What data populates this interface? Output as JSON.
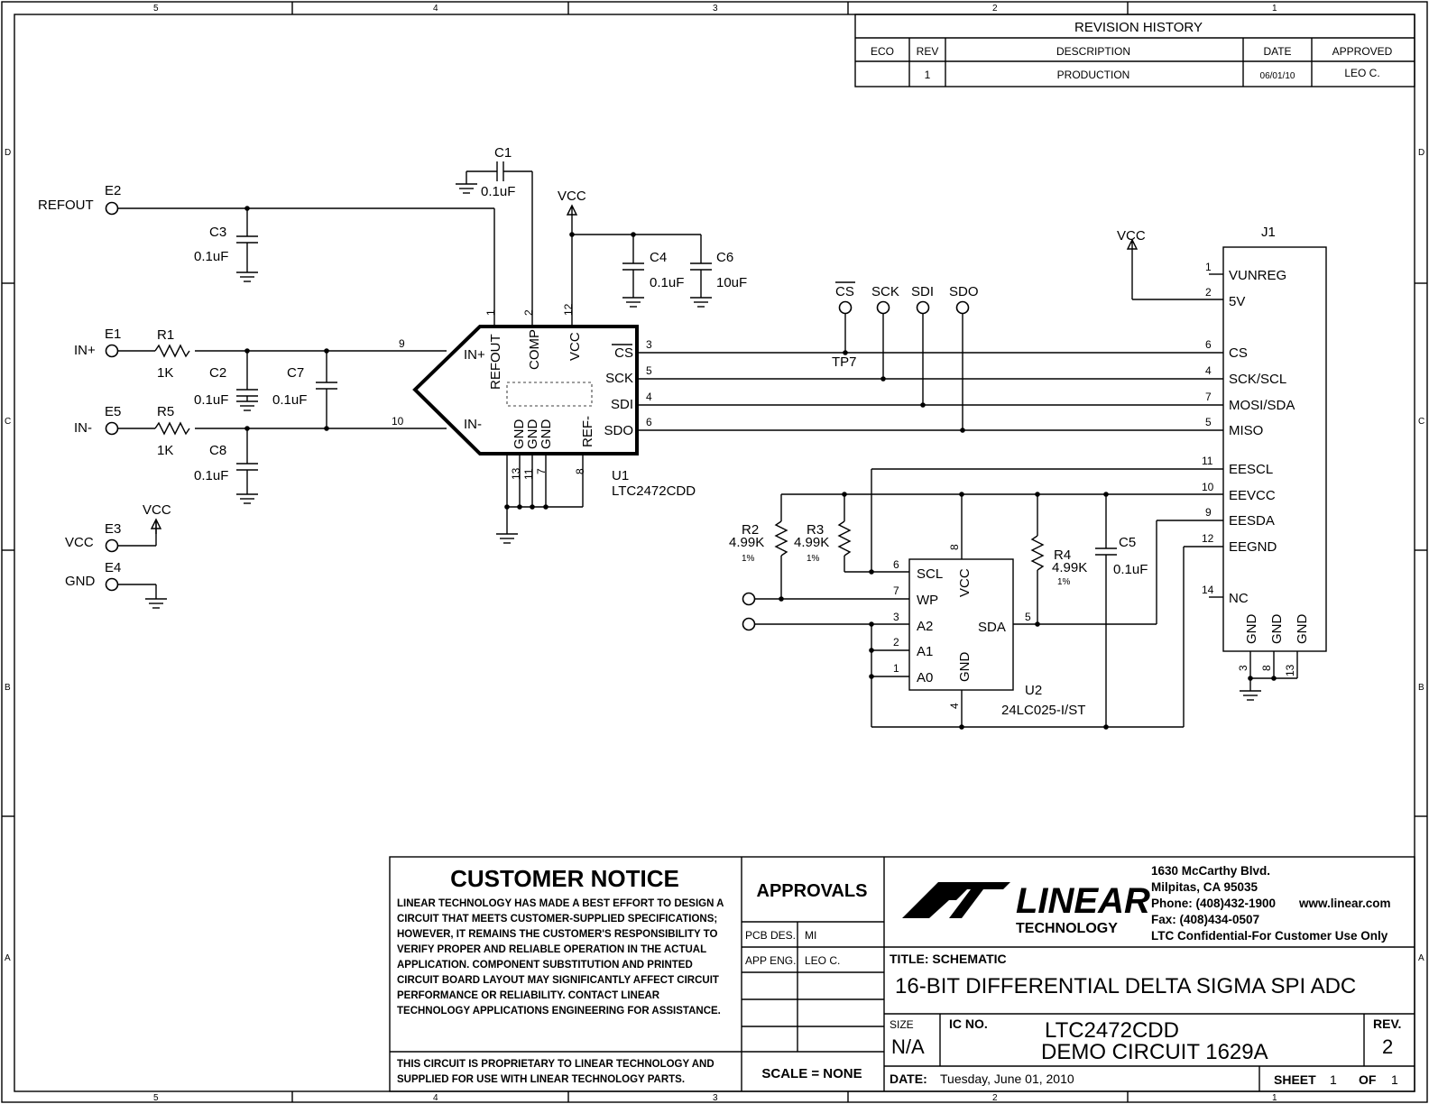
{
  "border": {
    "zones_top": [
      "5",
      "4",
      "3",
      "2",
      "1"
    ],
    "zones_side": [
      "D",
      "C",
      "B",
      "A"
    ]
  },
  "revision_history": {
    "title": "REVISION HISTORY",
    "headers": [
      "ECO",
      "REV",
      "DESCRIPTION",
      "DATE",
      "APPROVED"
    ],
    "rows": [
      [
        "",
        "1",
        "PRODUCTION",
        "06/01/10",
        "LEO C."
      ]
    ]
  },
  "u1": {
    "ref": "U1",
    "part": "LTC2472CDD",
    "pins": {
      "refout": "REFOUT",
      "comp": "COMP",
      "vcc": "VCC",
      "cs": "CS",
      "sck": "SCK",
      "sdi": "SDI",
      "sdo": "SDO",
      "inp": "IN+",
      "inn": "IN-",
      "gnd": "GND",
      "refn": "REF-"
    },
    "pin_numbers": {
      "refout": "1",
      "comp": "2",
      "vcc": "12",
      "cs": "3",
      "sck": "5",
      "sdi": "4",
      "sdo": "6",
      "inp": "9",
      "inn": "10",
      "g1": "13",
      "g2": "11",
      "g3": "7",
      "refn": "8"
    }
  },
  "terminals": {
    "e2": "E2",
    "e2_label": "REFOUT",
    "e1": "E1",
    "e1_label": "IN+",
    "e5": "E5",
    "e5_label": "IN-",
    "e3": "E3",
    "e3_label": "VCC",
    "e4": "E4",
    "e4_label": "GND"
  },
  "components": {
    "c1": {
      "ref": "C1",
      "value": "0.1uF"
    },
    "c3": {
      "ref": "C3",
      "value": "0.1uF"
    },
    "c4": {
      "ref": "C4",
      "value": "0.1uF"
    },
    "c6": {
      "ref": "C6",
      "value": "10uF"
    },
    "c2": {
      "ref": "C2",
      "value": "0.1uF"
    },
    "c7": {
      "ref": "C7",
      "value": "0.1uF"
    },
    "c8": {
      "ref": "C8",
      "value": "0.1uF"
    },
    "c5": {
      "ref": "C5",
      "value": "0.1uF"
    },
    "r1": {
      "ref": "R1",
      "value": "1K"
    },
    "r5": {
      "ref": "R5",
      "value": "1K"
    },
    "r2": {
      "ref": "R2",
      "value": "4.99K",
      "tol": "1%"
    },
    "r3": {
      "ref": "R3",
      "value": "4.99K",
      "tol": "1%"
    },
    "r4": {
      "ref": "R4",
      "value": "4.99K",
      "tol": "1%"
    }
  },
  "net_labels": {
    "vcc": "VCC",
    "cs": "CS",
    "sck": "SCK",
    "sdi": "SDI",
    "sdo": "SDO",
    "tp7": "TP7"
  },
  "j1": {
    "ref": "J1",
    "pins": [
      "VUNREG",
      "5V",
      "CS",
      "SCK/SCL",
      "MOSI/SDA",
      "MISO",
      "EESCL",
      "EEVCC",
      "EESDA",
      "EEGND",
      "NC"
    ],
    "pin_numbers": [
      "1",
      "2",
      "6",
      "4",
      "7",
      "5",
      "11",
      "10",
      "9",
      "12",
      "14"
    ],
    "gnd_label": "GND",
    "gnd_pins": [
      "3",
      "8",
      "13"
    ]
  },
  "u2": {
    "ref": "U2",
    "part": "24LC025-I/ST",
    "pins": {
      "scl": "SCL",
      "wp": "WP",
      "a2": "A2",
      "a1": "A1",
      "a0": "A0",
      "vcc": "VCC",
      "sda": "SDA",
      "gnd": "GND"
    },
    "pin_numbers": {
      "scl": "6",
      "wp": "7",
      "a2": "3",
      "a1": "2",
      "a0": "1",
      "vcc": "8",
      "sda": "5",
      "gnd": "4"
    }
  },
  "customer_notice": {
    "title": "CUSTOMER NOTICE",
    "lines": [
      "LINEAR TECHNOLOGY HAS MADE A BEST EFFORT TO DESIGN A",
      "CIRCUIT THAT MEETS CUSTOMER-SUPPLIED SPECIFICATIONS;",
      "HOWEVER, IT REMAINS THE CUSTOMER'S RESPONSIBILITY TO",
      "VERIFY PROPER AND RELIABLE OPERATION IN THE ACTUAL",
      "APPLICATION.  COMPONENT SUBSTITUTION AND PRINTED",
      "CIRCUIT BOARD LAYOUT MAY SIGNIFICANTLY AFFECT CIRCUIT",
      "PERFORMANCE OR RELIABILITY.  CONTACT LINEAR",
      "TECHNOLOGY APPLICATIONS ENGINEERING FOR ASSISTANCE."
    ],
    "proprietary": [
      "THIS CIRCUIT IS PROPRIETARY TO LINEAR TECHNOLOGY AND",
      "SUPPLIED FOR USE WITH LINEAR TECHNOLOGY PARTS."
    ]
  },
  "approvals": {
    "title": "APPROVALS",
    "pcb_label": "PCB DES.",
    "pcb_value": "MI",
    "app_label": "APP ENG.",
    "app_value": "LEO C.",
    "scale": "SCALE = NONE"
  },
  "company": {
    "logo_text": "LINEAR",
    "logo_sub": "TECHNOLOGY",
    "address1": "1630 McCarthy Blvd.",
    "address2": "Milpitas, CA 95035",
    "phone": "Phone: (408)432-1900",
    "web": "www.linear.com",
    "fax": "Fax: (408)434-0507",
    "confidential": "LTC Confidential-For Customer Use Only"
  },
  "title_block": {
    "title_label": "TITLE: SCHEMATIC",
    "title": "16-BIT DIFFERENTIAL DELTA SIGMA SPI ADC",
    "size_label": "SIZE",
    "size": "N/A",
    "icno_label": "IC NO.",
    "ic": "LTC2472CDD",
    "demo": "DEMO CIRCUIT 1629A",
    "rev_label": "REV.",
    "rev": "2",
    "date_label": "DATE:",
    "date": "Tuesday, June 01, 2010",
    "sheet_label": "SHEET",
    "sheet": "1",
    "of_label": "OF",
    "of": "1"
  }
}
